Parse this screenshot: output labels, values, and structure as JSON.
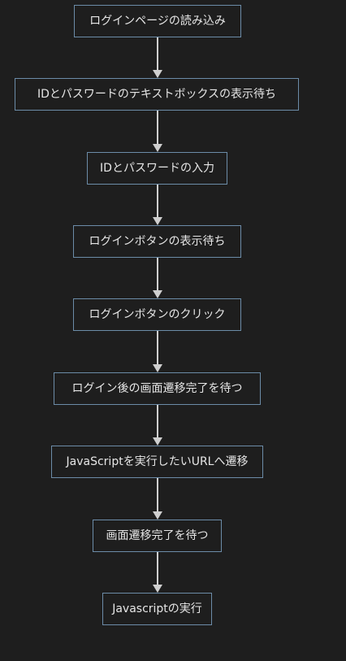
{
  "diagram": {
    "type": "flowchart",
    "direction": "top-to-bottom",
    "colors": {
      "background": "#1e1e1e",
      "node_border": "#6c8ca8",
      "node_text": "#e6e6e6",
      "edge": "#cfcfcf"
    },
    "nodes": [
      {
        "id": "n1",
        "label": "ログインページの読み込み"
      },
      {
        "id": "n2",
        "label": "IDとパスワードのテキストボックスの表示待ち"
      },
      {
        "id": "n3",
        "label": "IDとパスワードの入力"
      },
      {
        "id": "n4",
        "label": "ログインボタンの表示待ち"
      },
      {
        "id": "n5",
        "label": "ログインボタンのクリック"
      },
      {
        "id": "n6",
        "label": "ログイン後の画面遷移完了を待つ"
      },
      {
        "id": "n7",
        "label": "JavaScriptを実行したいURLへ遷移"
      },
      {
        "id": "n8",
        "label": "画面遷移完了を待つ"
      },
      {
        "id": "n9",
        "label": "Javascriptの実行"
      }
    ],
    "edges": [
      {
        "from": "n1",
        "to": "n2"
      },
      {
        "from": "n2",
        "to": "n3"
      },
      {
        "from": "n3",
        "to": "n4"
      },
      {
        "from": "n4",
        "to": "n5"
      },
      {
        "from": "n5",
        "to": "n6"
      },
      {
        "from": "n6",
        "to": "n7"
      },
      {
        "from": "n7",
        "to": "n8"
      },
      {
        "from": "n8",
        "to": "n9"
      }
    ]
  }
}
